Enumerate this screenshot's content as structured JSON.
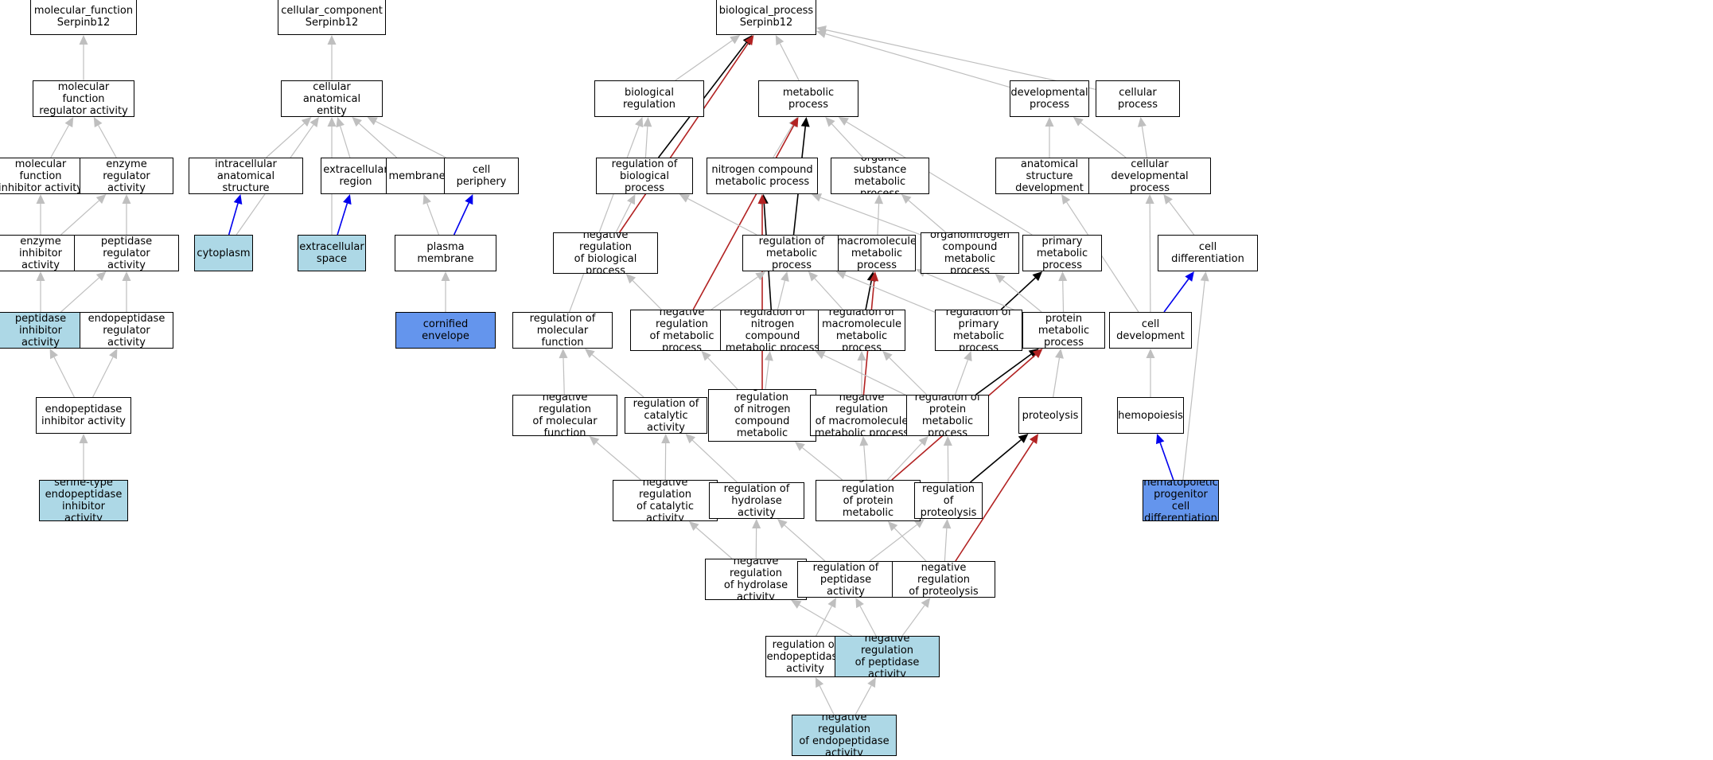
{
  "colors": {
    "edge_grey": "#bfbfbf",
    "edge_black": "#000000",
    "edge_blue": "#0000ee",
    "edge_red": "#b22222",
    "node_light": "#add8e6",
    "node_blue": "#6495ed"
  },
  "nodes": {
    "mf_root": "molecular_function\nSerpinb12",
    "mf_reg": "molecular function\nregulator activity",
    "mf_inh": "molecular function\ninhibitor activity",
    "enz_reg": "enzyme regulator\nactivity",
    "enz_inh": "enzyme inhibitor\nactivity",
    "pep_reg": "peptidase regulator\nactivity",
    "pep_inh": "peptidase inhibitor\nactivity",
    "endo_reg": "endopeptidase\nregulator activity",
    "endo_inh": "endopeptidase\ninhibitor activity",
    "serine": "serine-type\nendopeptidase\ninhibitor activity",
    "cc_root": "cellular_component\nSerpinb12",
    "cae": "cellular anatomical\nentity",
    "ias": "intracellular\nanatomical structure",
    "cytoplasm": "cytoplasm",
    "extra_region": "extracellular\nregion",
    "extra_space": "extracellular\nspace",
    "membrane": "membrane",
    "periphery": "cell periphery",
    "plasma": "plasma membrane",
    "cornified": "cornified envelope",
    "bp_root": "biological_process\nSerpinb12",
    "bio_reg": "biological regulation",
    "metab": "metabolic process",
    "dev": "developmental\nprocess",
    "cell_proc": "cellular process",
    "reg_bio": "regulation of\nbiological process",
    "nitro": "nitrogen compound\nmetabolic process",
    "org_sub": "organic substance\nmetabolic process",
    "anat_dev": "anatomical structure\ndevelopment",
    "cell_dev_proc": "cellular developmental\nprocess",
    "neg_reg_bio": "negative regulation\nof biological\nprocess",
    "reg_metab": "regulation of\nmetabolic process",
    "macro": "macromolecule\nmetabolic process",
    "orgnitro": "organonitrogen\ncompound metabolic\nprocess",
    "primary": "primary metabolic\nprocess",
    "cell_diff": "cell differentiation",
    "reg_mol": "regulation of\nmolecular function",
    "neg_reg_metab": "negative regulation\nof metabolic\nprocess",
    "reg_nitro": "regulation of\nnitrogen compound\nmetabolic process",
    "reg_macro": "regulation of\nmacromolecule\nmetabolic process",
    "reg_primary": "regulation of\nprimary metabolic\nprocess",
    "protein_metab": "protein metabolic\nprocess",
    "cell_develop": "cell development",
    "neg_reg_mol": "negative regulation\nof molecular\nfunction",
    "reg_cat": "regulation of\ncatalytic activity",
    "neg_reg_nitro": "negative regulation\nof nitrogen\ncompound metabolic\nprocess",
    "neg_reg_macro": "negative regulation\nof macromolecule\nmetabolic process",
    "reg_prot_metab": "regulation of\nprotein metabolic\nprocess",
    "proteolysis": "proteolysis",
    "hemopoiesis": "hemopoiesis",
    "neg_reg_cat": "negative regulation\nof catalytic\nactivity",
    "reg_hydro": "regulation of\nhydrolase activity",
    "neg_reg_prot_metab": "negative regulation\nof protein metabolic\nprocess",
    "reg_proteolysis": "regulation of\nproteolysis",
    "hemato": "hematopoietic\nprogenitor cell\ndifferentiation",
    "neg_reg_hydro": "negative regulation\nof hydrolase\nactivity",
    "reg_pep": "regulation of\npeptidase activity",
    "neg_reg_proteolysis": "negative regulation\nof proteolysis",
    "reg_endo": "regulation of\nendopeptidase\nactivity",
    "neg_reg_pep": "negative regulation\nof peptidase\nactivity",
    "neg_reg_endo": "negative regulation\nof endopeptidase\nactivity"
  },
  "node_fill": {
    "pep_inh": "light",
    "serine": "light",
    "cytoplasm": "light",
    "extra_space": "light",
    "cornified": "blue",
    "hemato": "blue",
    "neg_reg_pep": "light",
    "neg_reg_endo": "light"
  },
  "edges": [
    [
      "mf_reg",
      "mf_root",
      "grey"
    ],
    [
      "mf_inh",
      "mf_reg",
      "grey"
    ],
    [
      "enz_reg",
      "mf_reg",
      "grey"
    ],
    [
      "enz_inh",
      "mf_inh",
      "grey"
    ],
    [
      "enz_inh",
      "enz_reg",
      "grey"
    ],
    [
      "pep_reg",
      "enz_reg",
      "grey"
    ],
    [
      "pep_inh",
      "enz_inh",
      "grey"
    ],
    [
      "pep_inh",
      "pep_reg",
      "grey"
    ],
    [
      "endo_reg",
      "pep_reg",
      "grey"
    ],
    [
      "endo_inh",
      "pep_inh",
      "grey"
    ],
    [
      "endo_inh",
      "endo_reg",
      "grey"
    ],
    [
      "serine",
      "endo_inh",
      "grey"
    ],
    [
      "cae",
      "cc_root",
      "grey"
    ],
    [
      "ias",
      "cae",
      "grey"
    ],
    [
      "cytoplasm",
      "cae",
      "grey"
    ],
    [
      "cytoplasm",
      "ias",
      "blue"
    ],
    [
      "extra_region",
      "cae",
      "grey"
    ],
    [
      "extra_space",
      "cae",
      "grey"
    ],
    [
      "extra_space",
      "extra_region",
      "blue"
    ],
    [
      "membrane",
      "cae",
      "grey"
    ],
    [
      "periphery",
      "cae",
      "grey"
    ],
    [
      "plasma",
      "membrane",
      "grey"
    ],
    [
      "plasma",
      "periphery",
      "blue"
    ],
    [
      "cornified",
      "plasma",
      "grey"
    ],
    [
      "bio_reg",
      "bp_root",
      "grey"
    ],
    [
      "metab",
      "bp_root",
      "grey"
    ],
    [
      "dev",
      "bp_root",
      "grey"
    ],
    [
      "cell_proc",
      "bp_root",
      "grey"
    ],
    [
      "reg_bio",
      "bio_reg",
      "grey"
    ],
    [
      "reg_bio",
      "bp_root",
      "black"
    ],
    [
      "neg_reg_bio",
      "bp_root",
      "red"
    ],
    [
      "nitro",
      "metab",
      "grey"
    ],
    [
      "org_sub",
      "metab",
      "grey"
    ],
    [
      "primary",
      "metab",
      "grey"
    ],
    [
      "reg_metab",
      "metab",
      "black"
    ],
    [
      "neg_reg_metab",
      "metab",
      "red"
    ],
    [
      "anat_dev",
      "dev",
      "grey"
    ],
    [
      "cell_dev_proc",
      "dev",
      "grey"
    ],
    [
      "cell_dev_proc",
      "cell_proc",
      "grey"
    ],
    [
      "neg_reg_bio",
      "reg_bio",
      "grey"
    ],
    [
      "reg_metab",
      "reg_bio",
      "grey"
    ],
    [
      "macro",
      "org_sub",
      "grey"
    ],
    [
      "orgnitro",
      "nitro",
      "grey"
    ],
    [
      "orgnitro",
      "org_sub",
      "grey"
    ],
    [
      "reg_nitro",
      "nitro",
      "black"
    ],
    [
      "neg_reg_nitro",
      "nitro",
      "red"
    ],
    [
      "cell_diff",
      "cell_dev_proc",
      "grey"
    ],
    [
      "reg_mol",
      "bio_reg",
      "grey"
    ],
    [
      "neg_reg_metab",
      "neg_reg_bio",
      "grey"
    ],
    [
      "neg_reg_metab",
      "reg_metab",
      "grey"
    ],
    [
      "reg_nitro",
      "reg_metab",
      "grey"
    ],
    [
      "reg_macro",
      "reg_metab",
      "grey"
    ],
    [
      "reg_macro",
      "macro",
      "black"
    ],
    [
      "neg_reg_macro",
      "macro",
      "red"
    ],
    [
      "reg_primary",
      "reg_metab",
      "grey"
    ],
    [
      "reg_primary",
      "primary",
      "black"
    ],
    [
      "protein_metab",
      "orgnitro",
      "grey"
    ],
    [
      "protein_metab",
      "macro",
      "grey"
    ],
    [
      "protein_metab",
      "primary",
      "grey"
    ],
    [
      "cell_develop",
      "anat_dev",
      "grey"
    ],
    [
      "cell_develop",
      "cell_dev_proc",
      "grey"
    ],
    [
      "cell_develop",
      "cell_diff",
      "blue"
    ],
    [
      "neg_reg_mol",
      "reg_mol",
      "grey"
    ],
    [
      "reg_cat",
      "reg_mol",
      "grey"
    ],
    [
      "neg_reg_nitro",
      "neg_reg_metab",
      "grey"
    ],
    [
      "neg_reg_nitro",
      "reg_nitro",
      "grey"
    ],
    [
      "neg_reg_macro",
      "reg_macro",
      "grey"
    ],
    [
      "reg_prot_metab",
      "reg_macro",
      "grey"
    ],
    [
      "reg_prot_metab",
      "reg_primary",
      "grey"
    ],
    [
      "reg_prot_metab",
      "reg_nitro",
      "grey"
    ],
    [
      "reg_prot_metab",
      "protein_metab",
      "black"
    ],
    [
      "proteolysis",
      "protein_metab",
      "grey"
    ],
    [
      "hemopoiesis",
      "cell_develop",
      "grey"
    ],
    [
      "neg_reg_cat",
      "neg_reg_mol",
      "grey"
    ],
    [
      "neg_reg_cat",
      "reg_cat",
      "grey"
    ],
    [
      "reg_hydro",
      "reg_cat",
      "grey"
    ],
    [
      "neg_reg_prot_metab",
      "neg_reg_nitro",
      "grey"
    ],
    [
      "neg_reg_prot_metab",
      "neg_reg_macro",
      "grey"
    ],
    [
      "neg_reg_prot_metab",
      "reg_prot_metab",
      "grey"
    ],
    [
      "neg_reg_prot_metab",
      "protein_metab",
      "red"
    ],
    [
      "reg_proteolysis",
      "reg_prot_metab",
      "grey"
    ],
    [
      "reg_proteolysis",
      "proteolysis",
      "black"
    ],
    [
      "hemato",
      "hemopoiesis",
      "blue"
    ],
    [
      "hemato",
      "cell_diff",
      "grey"
    ],
    [
      "neg_reg_hydro",
      "neg_reg_cat",
      "grey"
    ],
    [
      "neg_reg_hydro",
      "reg_hydro",
      "grey"
    ],
    [
      "reg_pep",
      "reg_hydro",
      "grey"
    ],
    [
      "reg_pep",
      "reg_proteolysis",
      "grey"
    ],
    [
      "neg_reg_proteolysis",
      "neg_reg_prot_metab",
      "grey"
    ],
    [
      "neg_reg_proteolysis",
      "reg_proteolysis",
      "grey"
    ],
    [
      "neg_reg_proteolysis",
      "proteolysis",
      "red"
    ],
    [
      "reg_endo",
      "reg_pep",
      "grey"
    ],
    [
      "neg_reg_pep",
      "neg_reg_hydro",
      "grey"
    ],
    [
      "neg_reg_pep",
      "reg_pep",
      "grey"
    ],
    [
      "neg_reg_pep",
      "neg_reg_proteolysis",
      "grey"
    ],
    [
      "neg_reg_endo",
      "reg_endo",
      "grey"
    ],
    [
      "neg_reg_endo",
      "neg_reg_pep",
      "grey"
    ]
  ]
}
